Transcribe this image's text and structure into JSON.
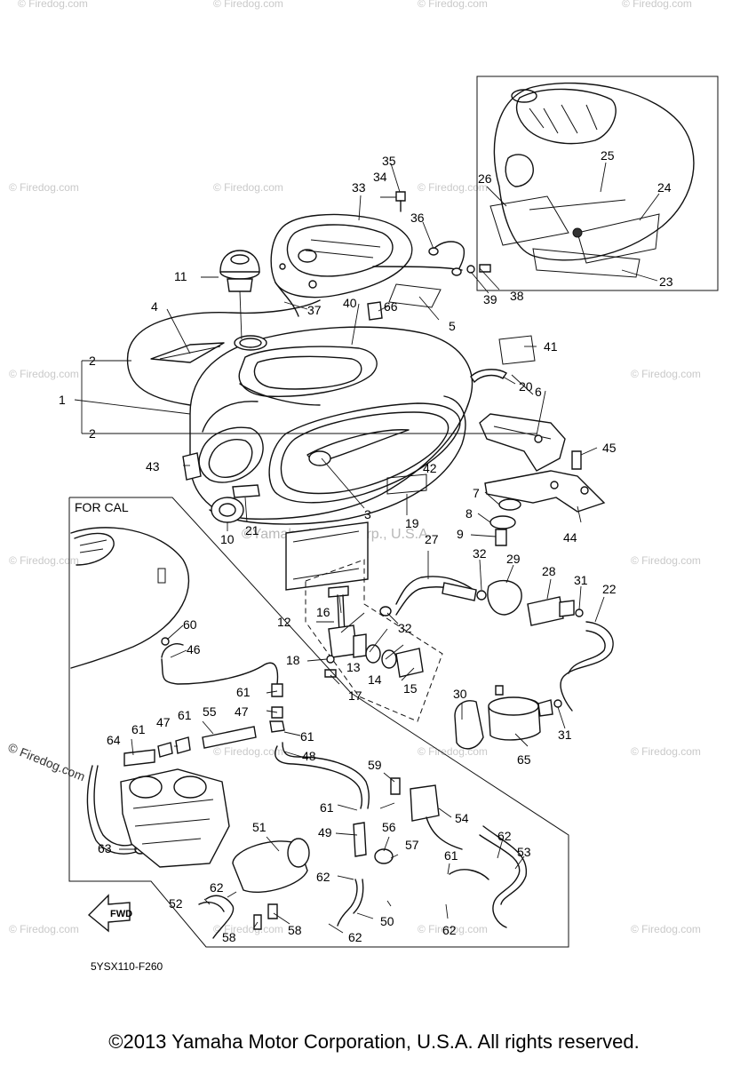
{
  "watermark": "© Firedog.com",
  "side_watermark": "© Firedog.com",
  "center_watermark": "©Yamaha Motor Corp., U.S.A.",
  "inset_label": "FOR CAL",
  "fwd_label": "FWD",
  "diagram_code": "5YSX110-F260",
  "copyright": "©2013 Yamaha Motor Corporation, U.S.A. All rights reserved.",
  "callouts": [
    {
      "id": "c1",
      "text": "1"
    },
    {
      "id": "c2a",
      "text": "2"
    },
    {
      "id": "c2b",
      "text": "2"
    },
    {
      "id": "c3",
      "text": "3"
    },
    {
      "id": "c4",
      "text": "4"
    },
    {
      "id": "c5",
      "text": "5"
    },
    {
      "id": "c6",
      "text": "6"
    },
    {
      "id": "c7",
      "text": "7"
    },
    {
      "id": "c8",
      "text": "8"
    },
    {
      "id": "c9",
      "text": "9"
    },
    {
      "id": "c10",
      "text": "10"
    },
    {
      "id": "c11",
      "text": "11"
    },
    {
      "id": "c12",
      "text": "12"
    },
    {
      "id": "c13",
      "text": "13"
    },
    {
      "id": "c14",
      "text": "14"
    },
    {
      "id": "c15",
      "text": "15"
    },
    {
      "id": "c16",
      "text": "16"
    },
    {
      "id": "c17",
      "text": "17"
    },
    {
      "id": "c18",
      "text": "18"
    },
    {
      "id": "c19",
      "text": "19"
    },
    {
      "id": "c20",
      "text": "20"
    },
    {
      "id": "c21",
      "text": "21"
    },
    {
      "id": "c22",
      "text": "22"
    },
    {
      "id": "c23",
      "text": "23"
    },
    {
      "id": "c24",
      "text": "24"
    },
    {
      "id": "c25",
      "text": "25"
    },
    {
      "id": "c26",
      "text": "26"
    },
    {
      "id": "c27",
      "text": "27"
    },
    {
      "id": "c28",
      "text": "28"
    },
    {
      "id": "c29",
      "text": "29"
    },
    {
      "id": "c30",
      "text": "30"
    },
    {
      "id": "c31a",
      "text": "31"
    },
    {
      "id": "c31b",
      "text": "31"
    },
    {
      "id": "c32a",
      "text": "32"
    },
    {
      "id": "c32b",
      "text": "32"
    },
    {
      "id": "c33",
      "text": "33"
    },
    {
      "id": "c34",
      "text": "34"
    },
    {
      "id": "c35",
      "text": "35"
    },
    {
      "id": "c36",
      "text": "36"
    },
    {
      "id": "c37",
      "text": "37"
    },
    {
      "id": "c38",
      "text": "38"
    },
    {
      "id": "c39",
      "text": "39"
    },
    {
      "id": "c40",
      "text": "40"
    },
    {
      "id": "c41",
      "text": "41"
    },
    {
      "id": "c42",
      "text": "42"
    },
    {
      "id": "c43",
      "text": "43"
    },
    {
      "id": "c44",
      "text": "44"
    },
    {
      "id": "c45",
      "text": "45"
    },
    {
      "id": "c46",
      "text": "46"
    },
    {
      "id": "c47a",
      "text": "47"
    },
    {
      "id": "c47b",
      "text": "47"
    },
    {
      "id": "c48",
      "text": "48"
    },
    {
      "id": "c49",
      "text": "49"
    },
    {
      "id": "c50",
      "text": "50"
    },
    {
      "id": "c51",
      "text": "51"
    },
    {
      "id": "c52",
      "text": "52"
    },
    {
      "id": "c53",
      "text": "53"
    },
    {
      "id": "c54",
      "text": "54"
    },
    {
      "id": "c55",
      "text": "55"
    },
    {
      "id": "c56",
      "text": "56"
    },
    {
      "id": "c57",
      "text": "57"
    },
    {
      "id": "c58a",
      "text": "58"
    },
    {
      "id": "c58b",
      "text": "58"
    },
    {
      "id": "c59",
      "text": "59"
    },
    {
      "id": "c60",
      "text": "60"
    },
    {
      "id": "c61a",
      "text": "61"
    },
    {
      "id": "c61b",
      "text": "61"
    },
    {
      "id": "c61c",
      "text": "61"
    },
    {
      "id": "c61d",
      "text": "61"
    },
    {
      "id": "c61e",
      "text": "61"
    },
    {
      "id": "c61f",
      "text": "61"
    },
    {
      "id": "c62a",
      "text": "62"
    },
    {
      "id": "c62b",
      "text": "62"
    },
    {
      "id": "c62c",
      "text": "62"
    },
    {
      "id": "c62d",
      "text": "62"
    },
    {
      "id": "c62e",
      "text": "62"
    },
    {
      "id": "c63",
      "text": "63"
    },
    {
      "id": "c64",
      "text": "64"
    },
    {
      "id": "c65",
      "text": "65"
    },
    {
      "id": "c66",
      "text": "66"
    }
  ]
}
